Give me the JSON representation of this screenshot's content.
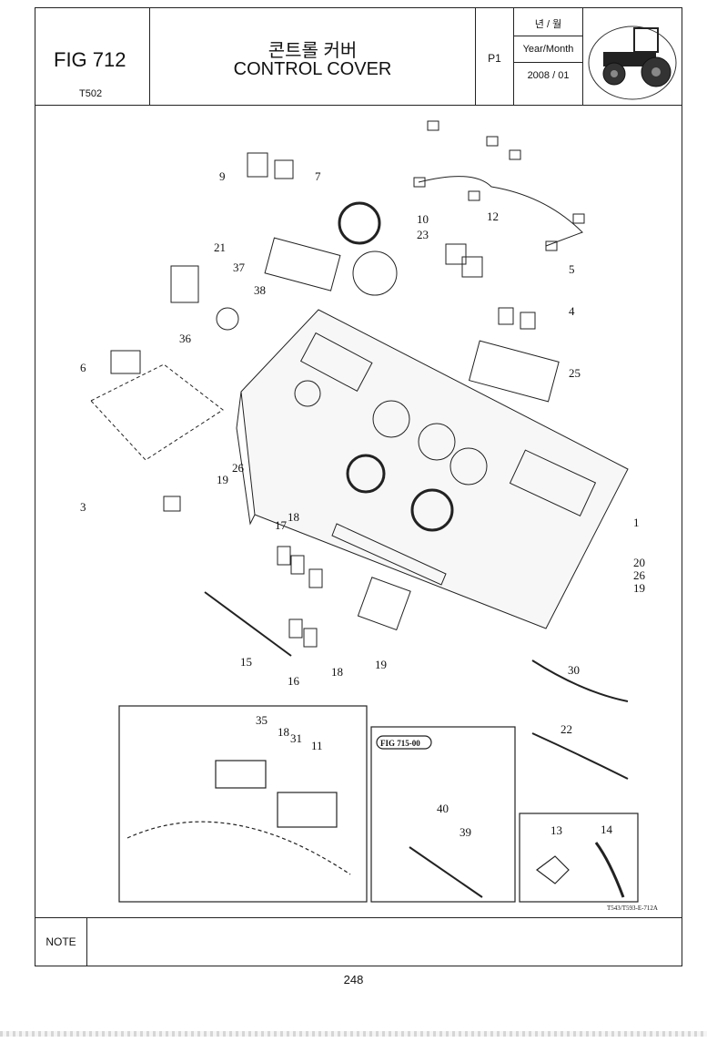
{
  "header": {
    "fig_no": "FIG 712",
    "model": "T502",
    "title_ko": "콘트롤 커버",
    "title_en": "CONTROL COVER",
    "page": "P1",
    "year_month_ko": "년 / 월",
    "year_month_en": "Year/Month",
    "date": "2008 / 01"
  },
  "callouts": [
    "9",
    "7",
    "10",
    "23",
    "12",
    "21",
    "37",
    "5",
    "38",
    "4",
    "36",
    "6",
    "25",
    "26",
    "19",
    "3",
    "17",
    "18",
    "1",
    "20",
    "26",
    "19",
    "15",
    "16",
    "18",
    "19",
    "30",
    "35",
    "18",
    "31",
    "11",
    "22",
    "FIG 715-00",
    "40",
    "39",
    "13",
    "14"
  ],
  "drawing_ref": "T543/T593-E-712A",
  "note_label": "NOTE",
  "page_number": "248"
}
